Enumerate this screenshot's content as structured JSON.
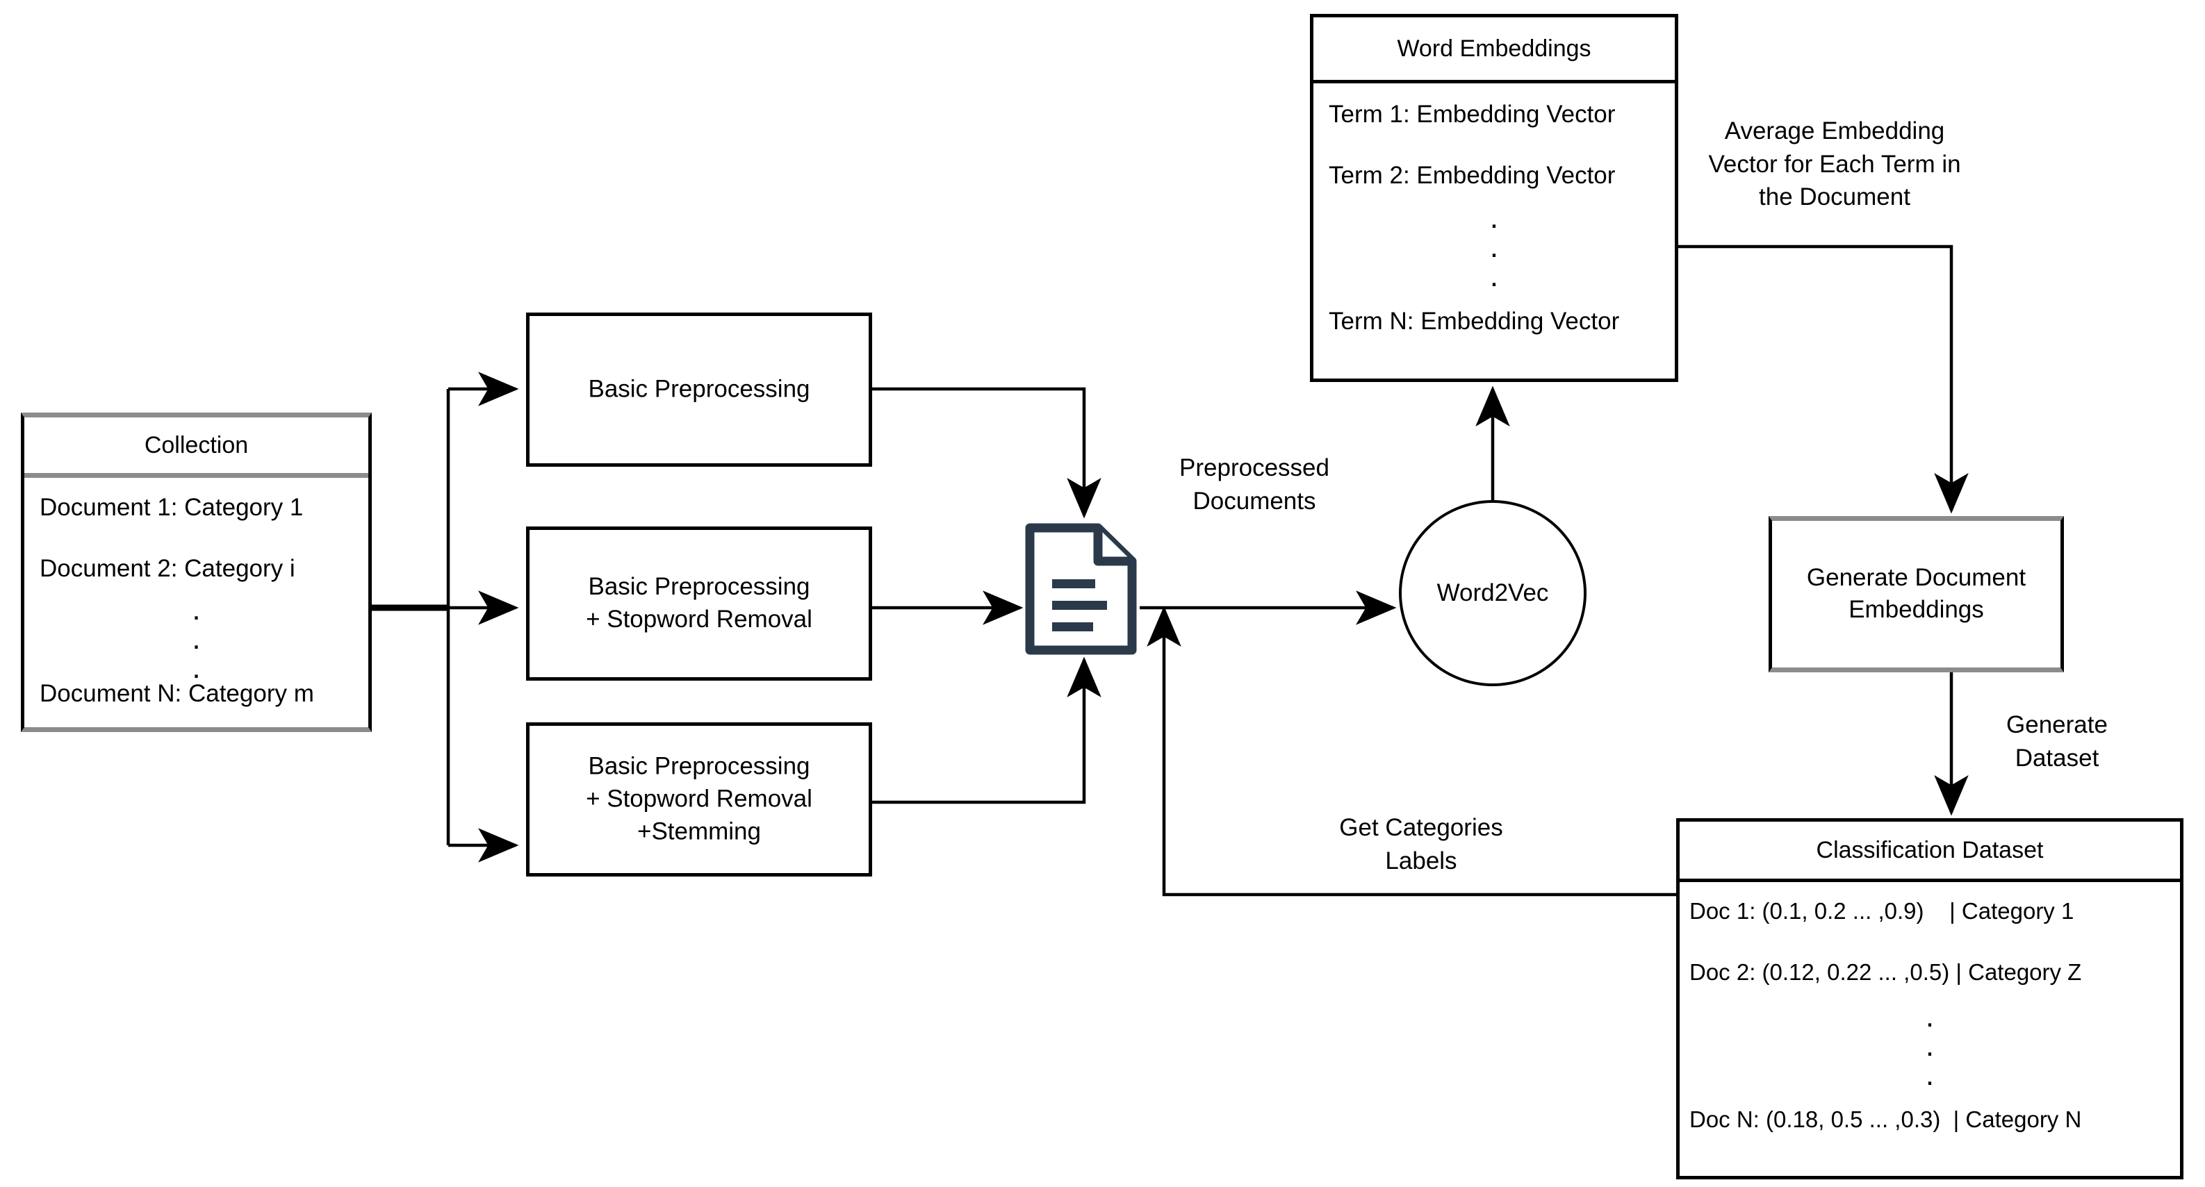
{
  "diagram": {
    "title": "Document Classification Pipeline with Word2Vec Embeddings",
    "colors": {
      "stroke_black": "#000000",
      "stroke_gray": "#8c8c8c",
      "doc_icon_outline": "#2b3a4a",
      "background": "#ffffff"
    }
  },
  "collection": {
    "header": "Collection",
    "rows": [
      "Document 1: Category 1",
      "Document 2: Category i",
      "Document N: Category m"
    ],
    "ellipsis": "."
  },
  "preprocessing": {
    "boxes": [
      {
        "label": "Basic Preprocessing"
      },
      {
        "label": "Basic Preprocessing\n+ Stopword Removal"
      },
      {
        "label": "Basic Preprocessing\n+ Stopword Removal\n+Stemming"
      }
    ]
  },
  "documents_node": {
    "icon": "document-icon"
  },
  "word2vec": {
    "label": "Word2Vec"
  },
  "word_embeddings": {
    "header": "Word Embeddings",
    "rows": [
      "Term 1: Embedding Vector",
      "Term 2: Embedding Vector",
      "Term N: Embedding Vector"
    ],
    "ellipsis": "."
  },
  "generate_document_embeddings": {
    "label": "Generate Document\nEmbeddings"
  },
  "classification_dataset": {
    "header": "Classification Dataset",
    "rows": [
      "Doc 1: (0.1, 0.2 ... ,0.9)    | Category 1",
      "Doc 2: (0.12, 0.22 ... ,0.5) | Category Z",
      "Doc N: (0.18, 0.5 ... ,0.3)  | Category N"
    ],
    "ellipsis": "."
  },
  "edge_labels": {
    "preprocessed_documents": "Preprocessed\nDocuments",
    "average_embedding_vector": "Average Embedding\nVector for Each Term in\nthe Document",
    "generate_dataset": "Generate\nDataset",
    "get_categories_labels": "Get Categories\nLabels"
  }
}
